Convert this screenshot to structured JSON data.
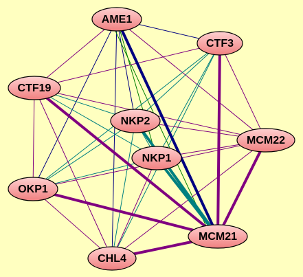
{
  "graph": {
    "background": "#ffffc0",
    "edge_colors": {
      "purple": "#800080",
      "navy": "#000080",
      "teal": "#008080",
      "green": "#008000"
    },
    "node_fill_stops": [
      "#ffd0d0",
      "#f08080"
    ],
    "nodes": [
      {
        "id": "AME1",
        "label": "AME1"
      },
      {
        "id": "CTF3",
        "label": "CTF3"
      },
      {
        "id": "CTF19",
        "label": "CTF19"
      },
      {
        "id": "NKP2",
        "label": "NKP2"
      },
      {
        "id": "MCM22",
        "label": "MCM22"
      },
      {
        "id": "NKP1",
        "label": "NKP1"
      },
      {
        "id": "OKP1",
        "label": "OKP1"
      },
      {
        "id": "MCM21",
        "label": "MCM21"
      },
      {
        "id": "CHL4",
        "label": "CHL4"
      }
    ],
    "edges": [
      {
        "source": "AME1",
        "target": "CTF3",
        "color": "navy",
        "weight": "thin"
      },
      {
        "source": "AME1",
        "target": "CTF19",
        "color": "purple",
        "weight": "thin"
      },
      {
        "source": "AME1",
        "target": "NKP2",
        "color": "navy",
        "weight": "thin"
      },
      {
        "source": "AME1",
        "target": "NKP1",
        "color": "green",
        "weight": "thin"
      },
      {
        "source": "AME1",
        "target": "MCM22",
        "color": "purple",
        "weight": "thin"
      },
      {
        "source": "AME1",
        "target": "OKP1",
        "color": "navy",
        "weight": "thin"
      },
      {
        "source": "AME1",
        "target": "CHL4",
        "color": "navy",
        "weight": "thin"
      },
      {
        "source": "AME1",
        "target": "MCM21",
        "color": "navy",
        "weight": "thick"
      },
      {
        "source": "AME1",
        "target": "MCM21",
        "color": "green",
        "weight": "thin",
        "offset": 9
      },
      {
        "source": "CTF3",
        "target": "CTF19",
        "color": "purple",
        "weight": "thin"
      },
      {
        "source": "CTF3",
        "target": "NKP2",
        "color": "teal",
        "weight": "thin"
      },
      {
        "source": "CTF3",
        "target": "NKP1",
        "color": "teal",
        "weight": "thin"
      },
      {
        "source": "CTF3",
        "target": "MCM22",
        "color": "purple",
        "weight": "thin"
      },
      {
        "source": "CTF3",
        "target": "OKP1",
        "color": "teal",
        "weight": "thin"
      },
      {
        "source": "CTF3",
        "target": "CHL4",
        "color": "teal",
        "weight": "thin"
      },
      {
        "source": "CTF3",
        "target": "MCM21",
        "color": "purple",
        "weight": "thick"
      },
      {
        "source": "CTF19",
        "target": "NKP2",
        "color": "teal",
        "weight": "thin"
      },
      {
        "source": "CTF19",
        "target": "NKP1",
        "color": "teal",
        "weight": "thin"
      },
      {
        "source": "CTF19",
        "target": "MCM22",
        "color": "purple",
        "weight": "thin"
      },
      {
        "source": "CTF19",
        "target": "OKP1",
        "color": "purple",
        "weight": "thin"
      },
      {
        "source": "CTF19",
        "target": "CHL4",
        "color": "purple",
        "weight": "thin"
      },
      {
        "source": "CTF19",
        "target": "MCM21",
        "color": "purple",
        "weight": "thick"
      },
      {
        "source": "NKP2",
        "target": "NKP1",
        "color": "teal",
        "weight": "thin"
      },
      {
        "source": "NKP2",
        "target": "MCM22",
        "color": "purple",
        "weight": "thin"
      },
      {
        "source": "NKP2",
        "target": "OKP1",
        "color": "teal",
        "weight": "thin"
      },
      {
        "source": "NKP2",
        "target": "CHL4",
        "color": "teal",
        "weight": "thin"
      },
      {
        "source": "NKP2",
        "target": "MCM21",
        "color": "teal",
        "weight": "thick"
      },
      {
        "source": "NKP1",
        "target": "MCM22",
        "color": "purple",
        "weight": "thin"
      },
      {
        "source": "NKP1",
        "target": "OKP1",
        "color": "teal",
        "weight": "thin"
      },
      {
        "source": "NKP1",
        "target": "CHL4",
        "color": "purple",
        "weight": "thin"
      },
      {
        "source": "NKP1",
        "target": "MCM21",
        "color": "teal",
        "weight": "thick"
      },
      {
        "source": "MCM22",
        "target": "OKP1",
        "color": "purple",
        "weight": "thin"
      },
      {
        "source": "MCM22",
        "target": "CHL4",
        "color": "purple",
        "weight": "thin"
      },
      {
        "source": "MCM22",
        "target": "MCM21",
        "color": "purple",
        "weight": "thick"
      },
      {
        "source": "OKP1",
        "target": "CHL4",
        "color": "purple",
        "weight": "thin"
      },
      {
        "source": "OKP1",
        "target": "MCM21",
        "color": "purple",
        "weight": "thick"
      },
      {
        "source": "CHL4",
        "target": "MCM21",
        "color": "purple",
        "weight": "thick"
      }
    ]
  }
}
